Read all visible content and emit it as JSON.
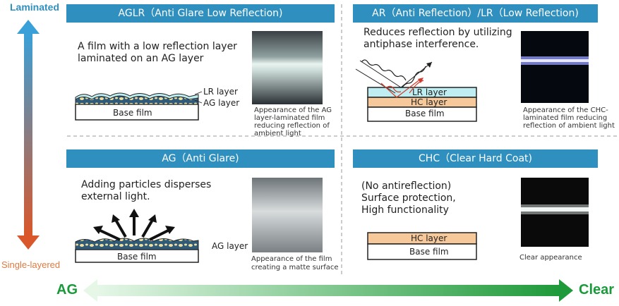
{
  "vertical_axis": {
    "top_label": "Laminated",
    "bottom_label": "Single-layered",
    "top_color": "#2f8fbf",
    "bottom_color": "#e07a40"
  },
  "horizontal_axis": {
    "left_label": "AG",
    "right_label": "Clear",
    "color": "#1a9a3a"
  },
  "panels": {
    "aglr": {
      "title": "AGLR（Anti Glare Low Reflection)",
      "description_lines": [
        "A film with a low reflection layer",
        "laminated on an AG layer"
      ],
      "layer_labels": [
        "LR layer",
        "AG layer"
      ],
      "base_label": "Base film",
      "caption_lines": [
        "Appearance of the AG",
        "layer-laminated film",
        "reducing reflection of",
        "ambient light"
      ]
    },
    "ar": {
      "title": "AR（Anti Reflection）/LR（Low Reflection)",
      "description_lines": [
        "Reduces reflection by utilizing",
        "antiphase interference."
      ],
      "layers": [
        "LR layer",
        "HC layer",
        "Base film"
      ],
      "caption_lines": [
        "Appearance of the CHC-",
        "laminated film reducing",
        "reflection of ambient light"
      ]
    },
    "ag": {
      "title": "AG（Anti Glare)",
      "description_lines": [
        "Adding particles disperses",
        "external light."
      ],
      "layer_label": "AG layer",
      "base_label": "Base film",
      "caption_lines": [
        "Appearance of the film",
        "creating a matte surface"
      ]
    },
    "chc": {
      "title": "CHC（Clear Hard Coat)",
      "description_lines": [
        "(No antireflection)",
        "Surface protection,",
        "High functionality"
      ],
      "layers": [
        "HC layer",
        "Base film"
      ],
      "caption_lines": [
        "Clear appearance"
      ]
    }
  },
  "colors": {
    "header": "#2f8fbf",
    "lr_layer": "#bfeef2",
    "hc_layer": "#f6c89a",
    "particles_blue": "#2f5b78",
    "particles_yellow": "#f1dfa0"
  }
}
